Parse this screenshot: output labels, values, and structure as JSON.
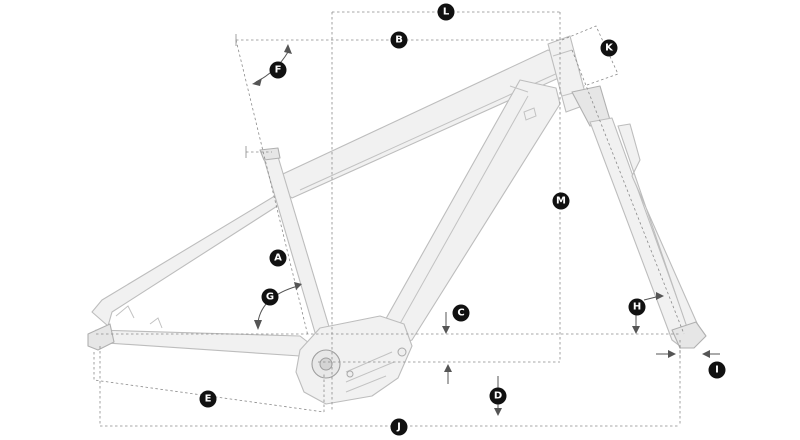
{
  "colors": {
    "background": "#ffffff",
    "frame_fill": "#f1f1f1",
    "frame_stroke": "#bdbdbd",
    "dimension_line": "#8a8a8a",
    "badge": "#111111",
    "badge_text": "#ffffff"
  },
  "dimension_labels": {
    "a": "A",
    "b": "B",
    "c": "C",
    "d": "D",
    "e": "E",
    "f": "F",
    "g": "G",
    "h": "H",
    "i": "I",
    "j": "J",
    "k": "K",
    "l": "L",
    "m": "M"
  }
}
